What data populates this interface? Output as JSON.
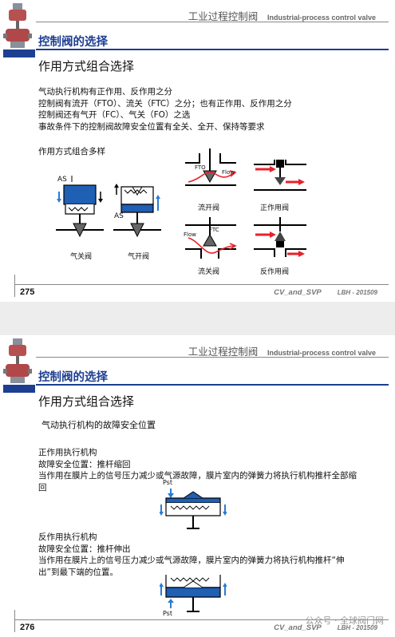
{
  "slides": [
    {
      "header_cn": "工业过程控制阀",
      "header_en": "Industrial-process control valve",
      "section_title": "控制阀的选择",
      "subtitle": "作用方式组合选择",
      "paragraphs": [
        "气动执行机构有正作用、反作用之分",
        "控制阀有流开（FTO）、流关（FTC）之分；也有正作用、反作用之分",
        "控制阀还有气开（FC）、气关（FO）之选",
        "事故条件下的控制阀故障安全位置有全关、全开、保持等要求"
      ],
      "combo_label": "作用方式组合多样",
      "captions": {
        "air_close": "气关阀",
        "air_open": "气开阀",
        "flow_open": "流开阀",
        "direct_action": "正作用阀",
        "flow_close": "流关阀",
        "reverse_action": "反作用阀"
      },
      "diagram_labels": {
        "as_top": "AS",
        "as_bottom": "AS",
        "fto": "FTO",
        "ftc": "FTC",
        "flow1": "Flow",
        "flow2": "Flow"
      },
      "page_number": "275",
      "footer_left": "CV_and_SVP",
      "footer_right": "LBH - 201509"
    },
    {
      "header_cn": "工业过程控制阀",
      "header_en": "Industrial-process control valve",
      "section_title": "控制阀的选择",
      "subtitle": "作用方式组合选择",
      "topic": "气动执行机构的故障安全位置",
      "direct": {
        "title": "正作用执行机构",
        "failsafe": "故障安全位置：推杆缩回",
        "desc": "当作用在膜片上的信号压力减少或气源故障，膜片室内的弹簧力将执行机构推杆全部缩回",
        "p_label": "Pst"
      },
      "reverse": {
        "title": "反作用执行机构",
        "failsafe": "故障安全位置：推杆伸出",
        "desc": "当作用在膜片上的信号压力减少或气源故障，膜片室内的弹簧力将执行机构推杆“伸出”到最下端的位置。",
        "p_label": "Pst"
      },
      "page_number": "276",
      "footer_left": "CV_and_SVP",
      "footer_right": "LBH - 201509",
      "watermark": "公众号 · 全球阀门网"
    }
  ],
  "colors": {
    "brand_blue": "#1d3e91",
    "diaphragm_blue": "#1f5fb4",
    "arrow_red": "#e8202a",
    "arrow_blue": "#2b7bd3"
  }
}
